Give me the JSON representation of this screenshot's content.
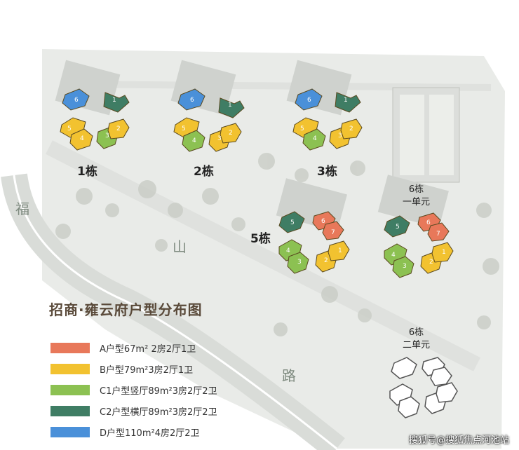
{
  "legend": {
    "title": "招商·雍云府户型分布图",
    "items": [
      {
        "label": "A户型67m² 2房2厅1卫",
        "color": "#e8785a"
      },
      {
        "label": "B户型79m²3房2厅1卫",
        "color": "#f2c230"
      },
      {
        "label": "C1户型竖厅89m²3房2厅2卫",
        "color": "#8cc152"
      },
      {
        "label": "C2户型横厅89m²3房2厅2卫",
        "color": "#3f7d64"
      },
      {
        "label": "D户型110m²4房2厅2卫",
        "color": "#4a90d9"
      }
    ]
  },
  "buildings": {
    "b1": "1栋",
    "b2": "2栋",
    "b3": "3栋",
    "b5": "5栋",
    "b6a_line1": "6栋",
    "b6a_line2": "一单元",
    "b6b_line1": "6栋",
    "b6b_line2": "二单元"
  },
  "road": [
    "福",
    "山",
    "路"
  ],
  "watermark": "搜狐号@搜狐焦点河池站"
}
